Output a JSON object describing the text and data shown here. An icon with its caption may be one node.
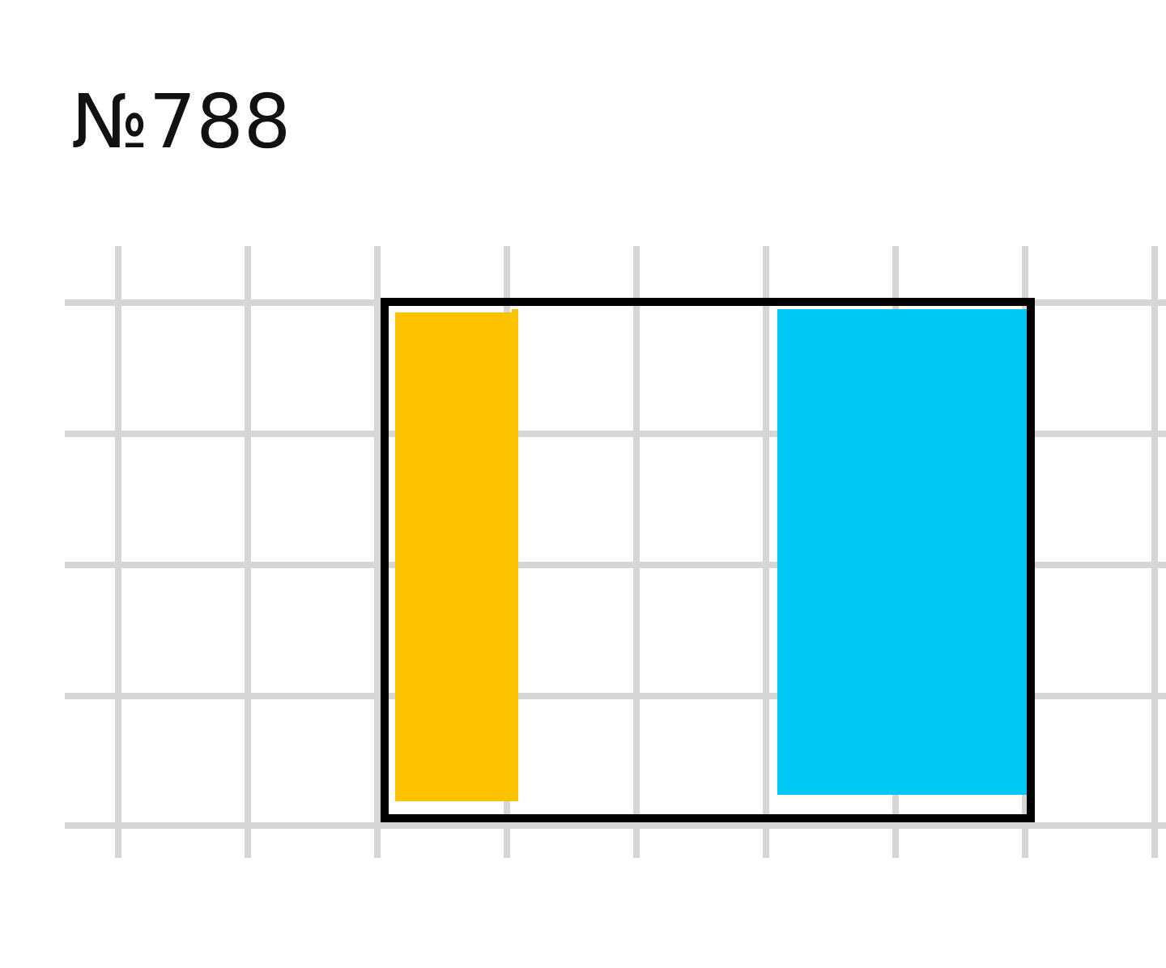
{
  "diagram": {
    "title": "№788",
    "nodes": [
      {
        "text": [],
        "shape": "box"
      },
      {
        "text": [],
        "shape": "bar",
        "in": 0
      },
      {
        "text": [],
        "shape": "bar",
        "in": 0
      }
    ]
  }
}
